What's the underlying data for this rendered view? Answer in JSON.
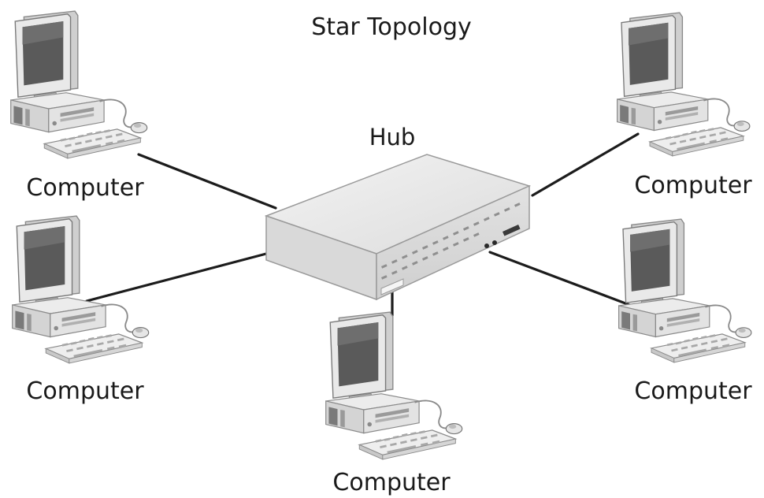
{
  "title": "Star Topology",
  "hub": {
    "label": "Hub"
  },
  "nodes": [
    {
      "id": "top-left",
      "label": "Computer"
    },
    {
      "id": "top-right",
      "label": "Computer"
    },
    {
      "id": "middle-left",
      "label": "Computer"
    },
    {
      "id": "middle-right",
      "label": "Computer"
    },
    {
      "id": "bottom-center",
      "label": "Computer"
    }
  ]
}
